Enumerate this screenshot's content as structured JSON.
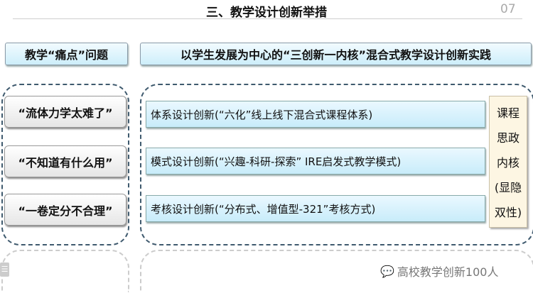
{
  "header": {
    "title": "三、教学设计创新举措",
    "page_number": "07"
  },
  "left": {
    "heading": "教学“痛点”问题",
    "items": [
      "“流体力学太难了”",
      "“不知道有什么用”",
      "“一卷定分不合理”"
    ]
  },
  "right": {
    "heading": "以学生发展为中心的“三创新一内核”混合式教学设计创新实践",
    "items": [
      "体系设计创新(“六化”线上线下混合式课程体系)",
      "模式设计创新(“兴趣-科研-探索” IRE启发式教学模式)",
      "考核设计创新(“分布式、增值型-321”考核方式)"
    ],
    "core_lines": [
      "课程",
      "思政",
      "内核",
      "(显隐",
      "双性)"
    ]
  },
  "watermark": "高校教学创新100人"
}
